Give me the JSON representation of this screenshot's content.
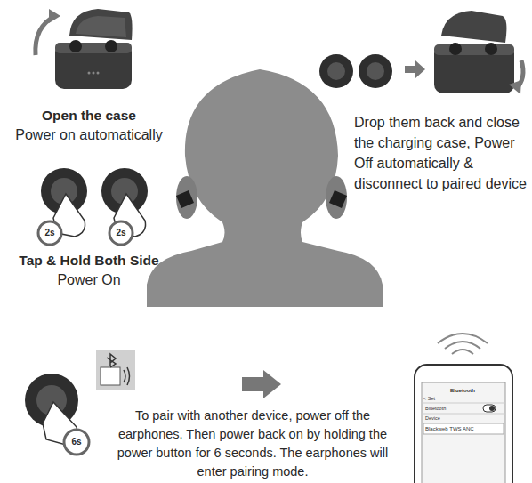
{
  "diagram": {
    "labels": [
      "Open the case",
      "Power on automatically",
      "2s",
      "2s",
      "Tap & Hold Both Side",
      "Power On",
      "Drop them back and close the charging case, Power Off automatically & disconnect to paired device",
      "6s",
      "To pair with another device, power off the earphones. Then power back on by holding the power button for 6 seconds. The earphones will enter pairing mode.",
      "< Set",
      "Bluetooth",
      "Bluetooth",
      "Device",
      "Blackweb TWS ANC"
    ]
  }
}
